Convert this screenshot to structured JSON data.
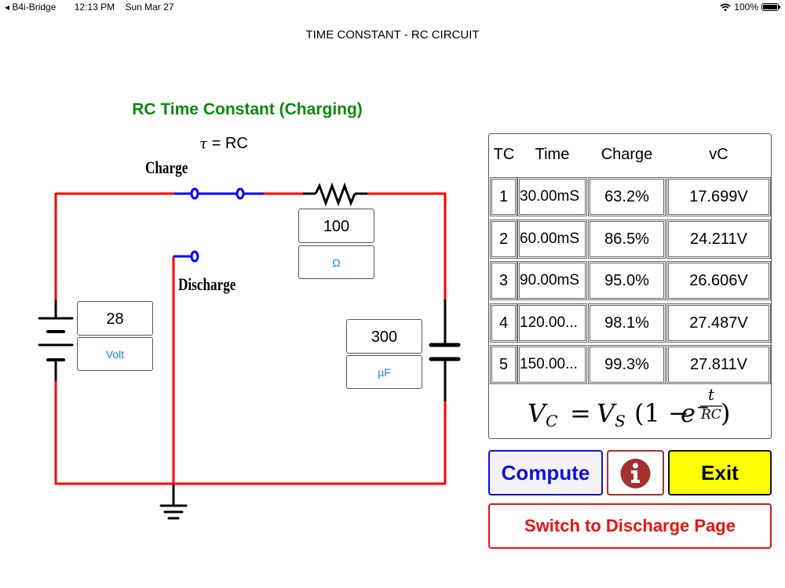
{
  "status_bar": {
    "back_app": "B4i-Bridge",
    "time": "12:13 PM",
    "date": "Sun Mar 27",
    "battery": "100%"
  },
  "page_title": "TIME CONSTANT - RC CIRCUIT",
  "section_title": "RC Time Constant (Charging)",
  "tau_equation": {
    "symbol": "τ",
    "rest": " = RC"
  },
  "circuit": {
    "charge_label": "Charge",
    "discharge_label": "Discharge",
    "resistance": {
      "value": "100",
      "unit": "Ω"
    },
    "voltage": {
      "value": "28",
      "unit": "Volt"
    },
    "capacitance": {
      "value": "300",
      "unit": "µF"
    },
    "colors": {
      "wire": "#ff0000",
      "switch": "#0000ff",
      "component": "#000000"
    }
  },
  "table": {
    "headers": [
      "TC",
      "Time",
      "Charge",
      "vC"
    ],
    "rows": [
      [
        "1",
        "30.00mS",
        "63.2%",
        "17.699V"
      ],
      [
        "2",
        "60.00mS",
        "86.5%",
        "24.211V"
      ],
      [
        "3",
        "90.00mS",
        "95.0%",
        "26.606V"
      ],
      [
        "4",
        "120.00...",
        "98.1%",
        "27.487V"
      ],
      [
        "5",
        "150.00...",
        "99.3%",
        "27.811V"
      ]
    ]
  },
  "formula": {
    "lhs": "V",
    "lhs_sub": "C",
    "eq": "=",
    "vs": "V",
    "vs_sub": "S",
    "open": "(1 −",
    "e": "e",
    "exp_minus": "−",
    "exp_num": "t",
    "exp_den": "RC",
    "close": ")"
  },
  "buttons": {
    "compute": "Compute",
    "info": "info",
    "exit": "Exit",
    "switch": "Switch to Discharge Page"
  },
  "colors": {
    "title_green": "#0a8a0a",
    "compute_blue": "#1010e0",
    "info_red": "#a63030",
    "exit_yellow": "#ffff00",
    "switch_red": "#ee1111",
    "unit_blue": "#1a7fe8"
  }
}
